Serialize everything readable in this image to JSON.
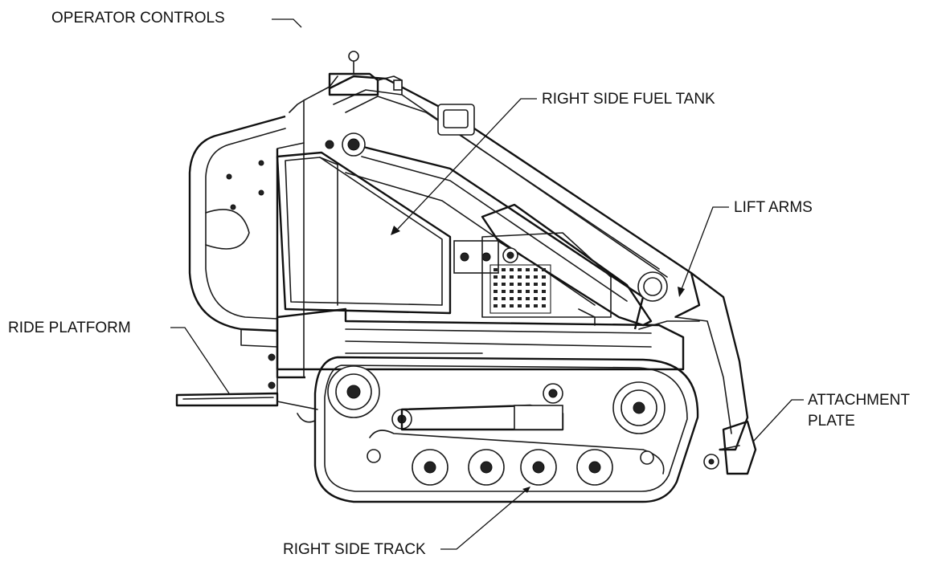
{
  "callouts": {
    "operator_controls": "OPERATOR CONTROLS",
    "right_side_fuel_tank": "RIGHT SIDE FUEL TANK",
    "lift_arms": "LIFT ARMS",
    "ride_platform": "RIDE PLATFORM",
    "attachment_plate_line1": "ATTACHMENT",
    "attachment_plate_line2": "PLATE",
    "right_side_track": "RIGHT SIDE TRACK"
  }
}
